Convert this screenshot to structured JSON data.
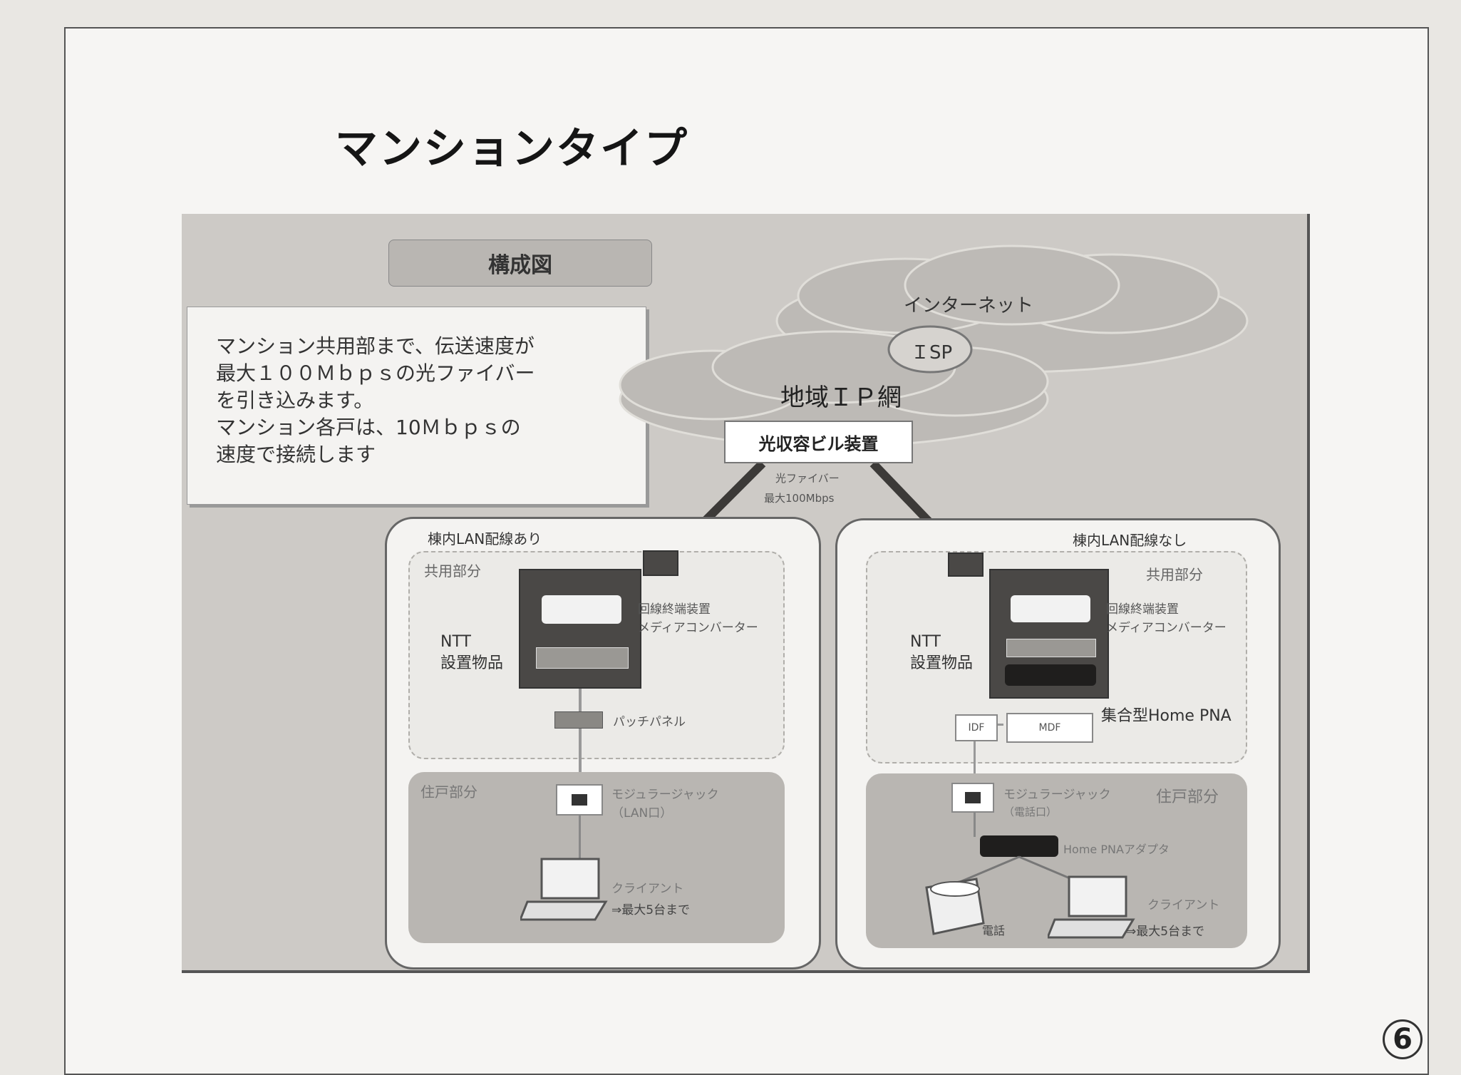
{
  "slide": {
    "title": "マンションタイプ",
    "figure_label": "構成図",
    "description": [
      "マンション共用部まで、伝送速度が",
      "最大１００Ｍｂｐｓの光ファイバー",
      "を引き込みます。",
      "マンション各戸は、10Ｍｂｐｓの",
      "速度で接続します"
    ],
    "page_number": "6"
  },
  "network": {
    "internet_label": "インターネット",
    "isp_label": "ＩSP",
    "regional_ip_label": "地域ＩＰ網",
    "building_device_label": "光収容ビル装置",
    "fiber_label": "光ファイバー",
    "fiber_speed": "最大100Mbps"
  },
  "left_panel": {
    "title": "棟内LAN配線あり",
    "shared_label": "共用部分",
    "ntt_label_1": "NTT",
    "ntt_label_2": "設置物品",
    "device_label_1": "回線終端装置",
    "device_label_2": "メディアコンバーター",
    "patch_panel_label": "パッチパネル",
    "unit_label": "住戸部分",
    "outlet_label_1": "モジュラージャック",
    "outlet_label_2": "（LAN口）",
    "client_label_1": "クライアント",
    "client_label_2": "⇒最大5台まで"
  },
  "right_panel": {
    "title": "棟内LAN配線なし",
    "shared_label": "共用部分",
    "ntt_label_1": "NTT",
    "ntt_label_2": "設置物品",
    "device_label_1": "回線終端装置",
    "device_label_2": "メディアコンバーター",
    "homepna_label": "集合型Home PNA",
    "idf_label": "IDF",
    "mdf_label": "MDF",
    "outlet_label_1": "モジュラージャック",
    "outlet_label_2": "（電話口）",
    "unit_label": "住戸部分",
    "adapter_label": "Home PNAアダプタ",
    "phone_label": "電話",
    "client_label_1": "クライアント",
    "client_label_2": "⇒最大5台まで"
  }
}
